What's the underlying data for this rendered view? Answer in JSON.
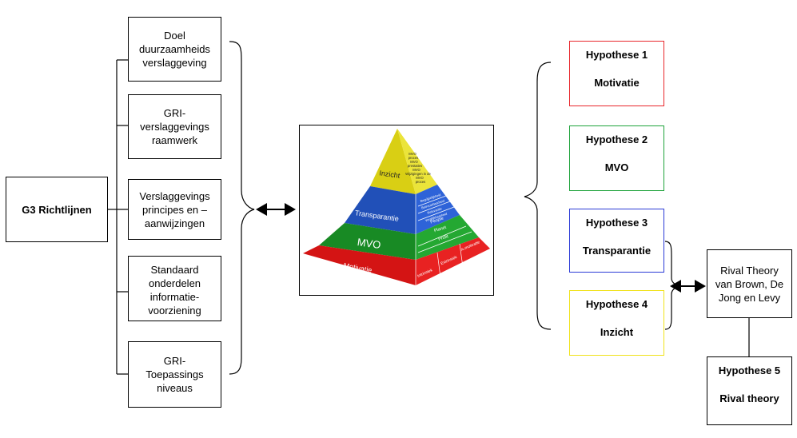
{
  "root": {
    "label": "G3 Richtlijnen"
  },
  "components": [
    {
      "label": "Doel duurzaamheids verslaggeving"
    },
    {
      "label": "GRI- verslaggevings raamwerk"
    },
    {
      "label": "Verslaggevings principes en –aanwijzingen"
    },
    {
      "label": "Standaard onderdelen informatie- voorziening"
    },
    {
      "label": "GRI- Toepassings niveaus"
    }
  ],
  "pyramid": {
    "layers": [
      {
        "name": "Inzicht",
        "color": "#e6dd1f"
      },
      {
        "name": "Transparantie",
        "color": "#2457c7"
      },
      {
        "name": "MVO",
        "color": "#1e9b2a"
      },
      {
        "name": "Motivatie",
        "color": "#e01818"
      }
    ],
    "inzicht_items": [
      "MVO",
      "proces",
      "MVO",
      "prestaties",
      "MVO",
      "Wijzigingen in de",
      "MVO",
      "proces"
    ],
    "transparantie_items": [
      "Begrijpelijkheid",
      "Betrouwbaarheid",
      "Relevantie",
      "Verglijkbaarheid"
    ],
    "mvo_items": [
      "People",
      "Planet",
      "Profit"
    ],
    "motivatie_items": [
      "Intrinsiek",
      "Extrinsiek",
      "A-motivatie"
    ]
  },
  "hypotheses": [
    {
      "title": "Hypothese 1",
      "subject": "Motivatie",
      "color": "#e8262b"
    },
    {
      "title": "Hypothese 2",
      "subject": "MVO",
      "color": "#1ea33a"
    },
    {
      "title": "Hypothese 3",
      "subject": "Transparantie",
      "color": "#2b3bd6"
    },
    {
      "title": "Hypothese 4",
      "subject": "Inzicht",
      "color": "#f0e21a"
    },
    {
      "title": "Hypothese 5",
      "subject": "Rival theory",
      "color": "#000000"
    }
  ],
  "rival": {
    "label": "Rival Theory van Brown, De Jong en Levy"
  }
}
